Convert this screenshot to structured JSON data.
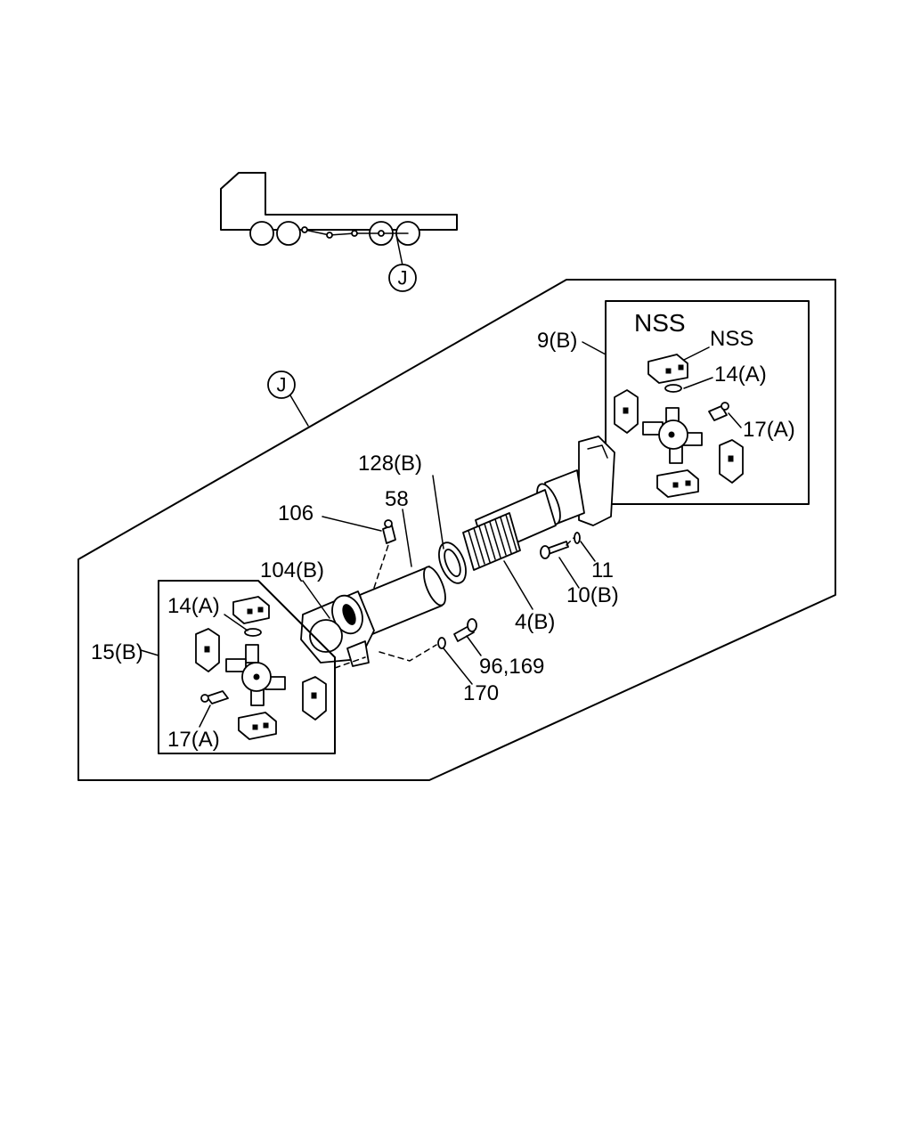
{
  "diagram": {
    "view_marker": "J",
    "box_title": "NSS",
    "labels": {
      "nss": "NSS",
      "p9b": "9(B)",
      "p14a_right": "14(A)",
      "p17a_right": "17(A)",
      "p128b": "128(B)",
      "p58": "58",
      "p106": "106",
      "p104b": "104(B)",
      "p11": "11",
      "p10b": "10(B)",
      "p4b": "4(B)",
      "p96_169": "96,169",
      "p170": "170",
      "p14a_left": "14(A)",
      "p15b": "15(B)",
      "p17a_left": "17(A)"
    }
  }
}
